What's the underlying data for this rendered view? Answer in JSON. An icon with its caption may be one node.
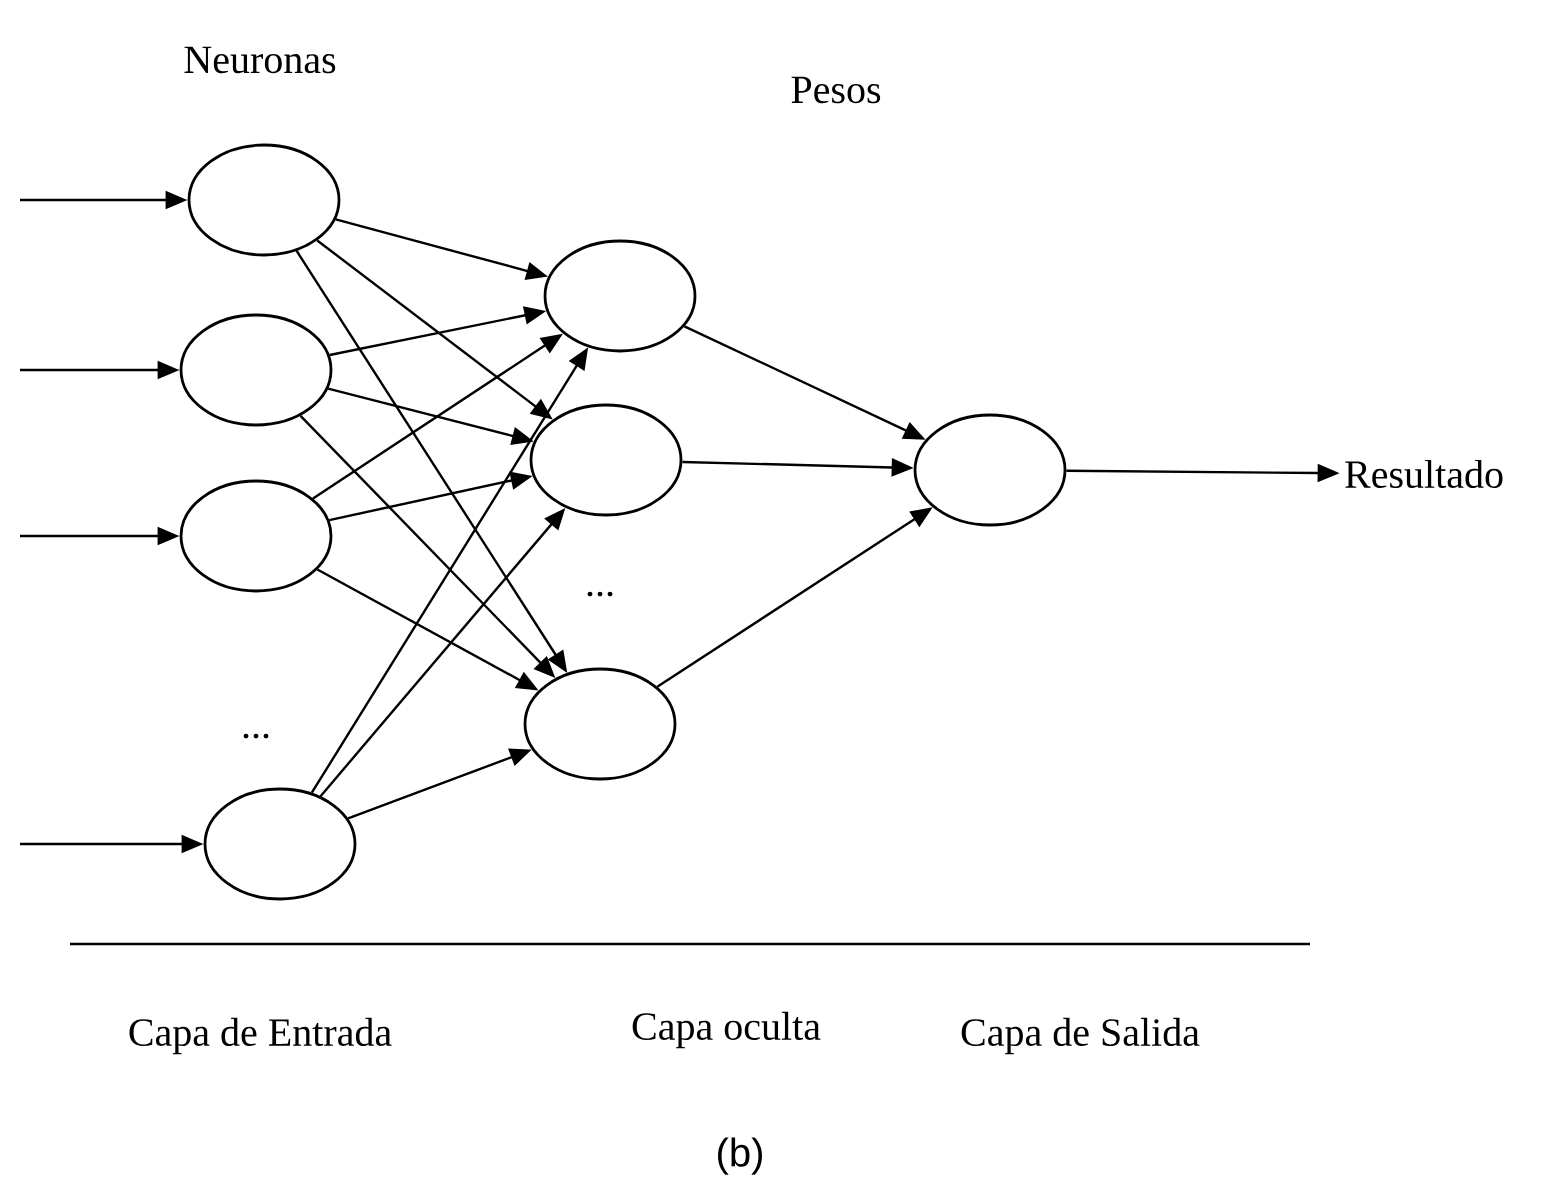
{
  "diagram": {
    "caption": "(b)",
    "nodes": [
      {
        "text": [],
        "shape": "circle"
      },
      {
        "text": [],
        "shape": "circle"
      },
      {
        "text": [],
        "shape": "circle"
      },
      {
        "text": [],
        "shape": "circle"
      },
      {
        "text": [],
        "shape": "circle"
      },
      {
        "text": [],
        "shape": "circle"
      },
      {
        "text": [],
        "shape": "circle"
      },
      {
        "text": [],
        "shape": "circle"
      },
      {
        "text": [
          "Resultado"
        ]
      }
    ],
    "edges": [
      {
        "from": null,
        "to": 0,
        "arrow": "to"
      },
      {
        "from": null,
        "to": 1,
        "arrow": "to"
      },
      {
        "from": null,
        "to": 2,
        "arrow": "to"
      },
      {
        "from": null,
        "to": 3,
        "arrow": "to"
      },
      {
        "from": 0,
        "to": 4,
        "arrow": "to"
      },
      {
        "from": 0,
        "to": 5,
        "arrow": "to"
      },
      {
        "from": 0,
        "to": 6,
        "arrow": "to"
      },
      {
        "from": 1,
        "to": 4,
        "arrow": "to"
      },
      {
        "from": 1,
        "to": 5,
        "arrow": "to"
      },
      {
        "from": 1,
        "to": 6,
        "arrow": "to"
      },
      {
        "from": 2,
        "to": 4,
        "arrow": "to"
      },
      {
        "from": 2,
        "to": 5,
        "arrow": "to"
      },
      {
        "from": 2,
        "to": 6,
        "arrow": "to"
      },
      {
        "from": 3,
        "to": 4,
        "arrow": "to"
      },
      {
        "from": 3,
        "to": 5,
        "arrow": "to"
      },
      {
        "from": 3,
        "to": 6,
        "arrow": "to"
      },
      {
        "from": 4,
        "to": 7,
        "arrow": "to"
      },
      {
        "from": 5,
        "to": 7,
        "arrow": "to"
      },
      {
        "from": 6,
        "to": 7,
        "arrow": "to"
      },
      {
        "from": 7,
        "to": 8,
        "arrow": "to"
      }
    ],
    "labels": [
      "Neuronas",
      "Pesos",
      "...",
      "...",
      "Capa de Entrada",
      "Capa oculta",
      "Capa de Salida"
    ]
  }
}
